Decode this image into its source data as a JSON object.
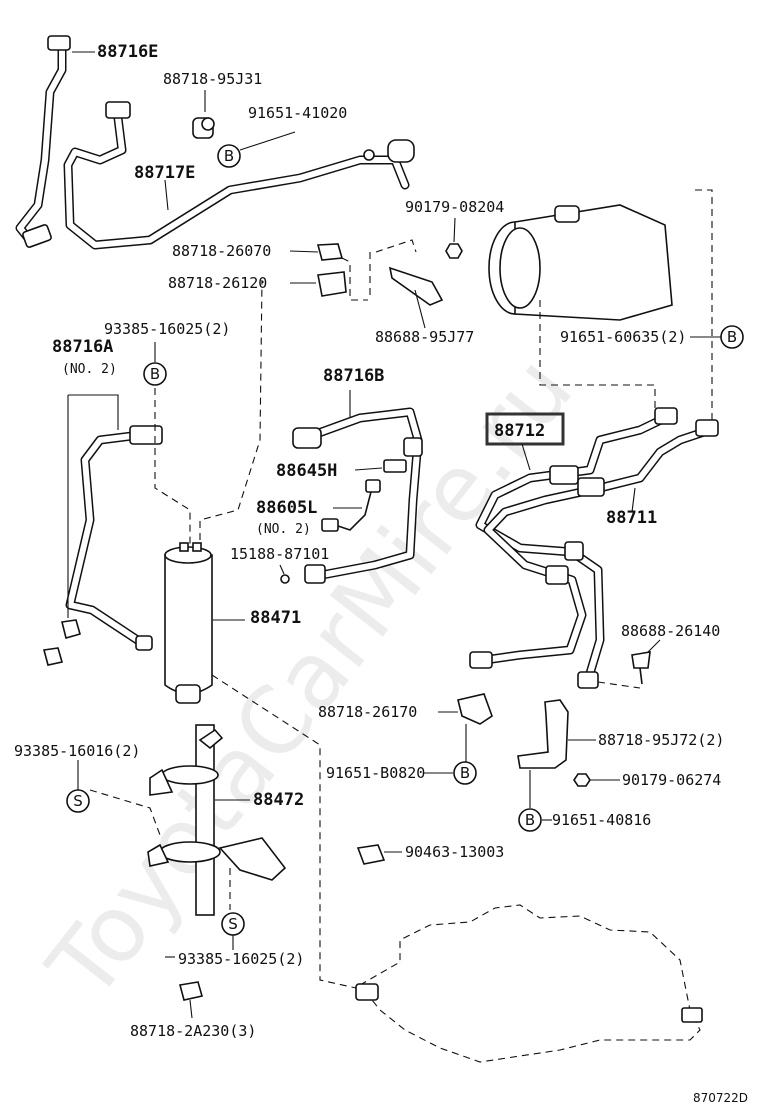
{
  "watermark": "ToyotaCarMire.ru",
  "ref_code": "870722D",
  "labels": {
    "p88716E": "88716E",
    "p88718_95J31": "88718-95J31",
    "p91651_41020": "91651-41020",
    "p88717E": "88717E",
    "p90179_08204": "90179-08204",
    "p88718_26070": "88718-26070",
    "p88718_26120": "88718-26120",
    "p88688_95J77": "88688-95J77",
    "p93385_16025_top": "93385-16025(2)",
    "p91651_60635": "91651-60635(2)",
    "p88716A": "88716A",
    "p88716A_note": "(NO. 2)",
    "p88716B": "88716B",
    "p88712": "88712",
    "p88645H": "88645H",
    "p88711": "88711",
    "p88605L": "88605L",
    "p88605L_note": "(NO. 2)",
    "p15188_87101": "15188-87101",
    "p88471": "88471",
    "p88688_26140": "88688-26140",
    "p88718_26170": "88718-26170",
    "p88718_95J72": "88718-95J72(2)",
    "p93385_16016": "93385-16016(2)",
    "p91651_B0820": "91651-B0820",
    "p90179_06274": "90179-06274",
    "p88472": "88472",
    "p91651_40816": "91651-40816",
    "p90463_13003": "90463-13003",
    "p93385_16025_bot": "93385-16025(2)",
    "p88718_2A230": "88718-2A230(3)"
  },
  "markers": {
    "b": "B",
    "s": "S"
  }
}
